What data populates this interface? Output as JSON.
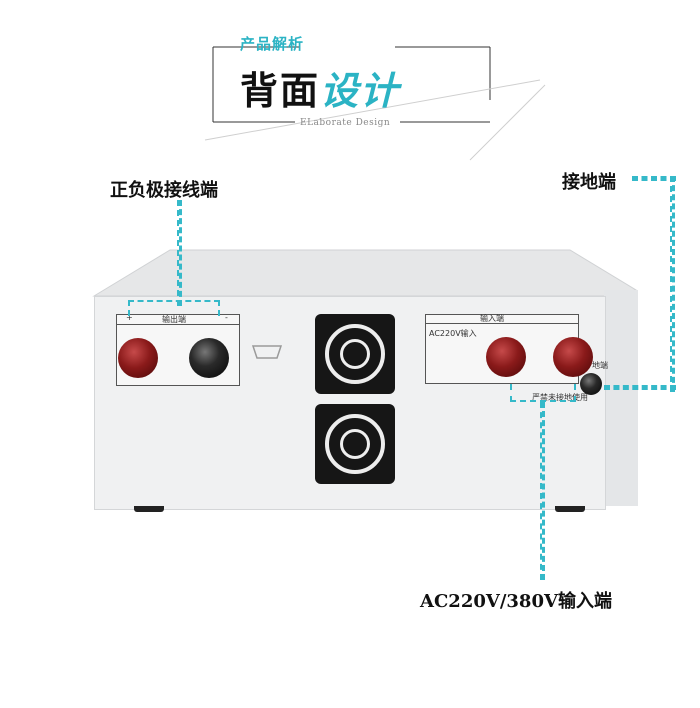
{
  "header": {
    "subtitle_cn": "产品解析",
    "title_dark": "背面",
    "title_accent": "设计",
    "subtitle_en": "ELaborate Design"
  },
  "callouts": {
    "output_terminal": "正负极接线端",
    "ground_terminal": "接地端",
    "input_terminal": "AC220V/380V输入端"
  },
  "device": {
    "output_panel_label": "输出端",
    "plus_sign": "+",
    "minus_sign": "-",
    "input_panel_label": "输入端",
    "input_panel_voltage": "AC220V输入",
    "ground_small_label": "地端",
    "ground_warning": "严禁未接地使用"
  },
  "colors": {
    "accent": "#2bb3c4",
    "device_body": "#f0f1f2"
  }
}
